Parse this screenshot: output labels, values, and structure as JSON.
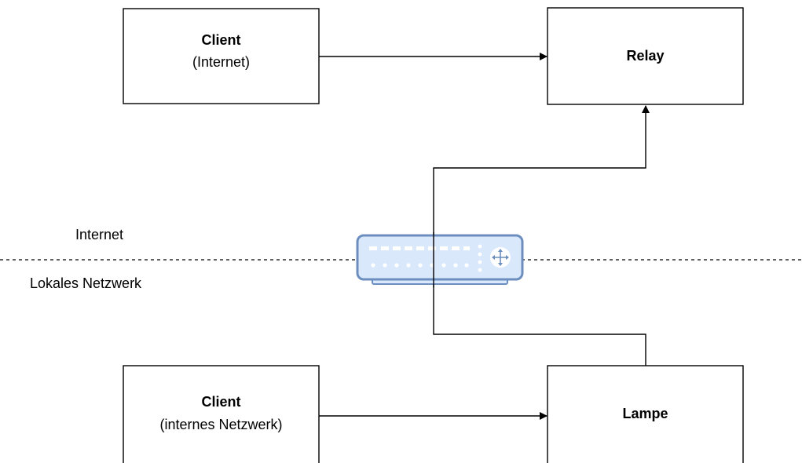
{
  "nodes": {
    "client_internet": {
      "title": "Client",
      "subtitle": "(Internet)"
    },
    "relay": {
      "title": "Relay"
    },
    "client_local": {
      "title": "Client",
      "subtitle": "(internes Netzwerk)"
    },
    "lampe": {
      "title": "Lampe"
    }
  },
  "zones": {
    "upper": "Internet",
    "lower": "Lokales Netzwerk"
  },
  "icons": {
    "router": "router-switch-icon"
  },
  "colors": {
    "router_fill": "#dae8fc",
    "router_stroke": "#6c8ebf",
    "lines": "#000000"
  }
}
